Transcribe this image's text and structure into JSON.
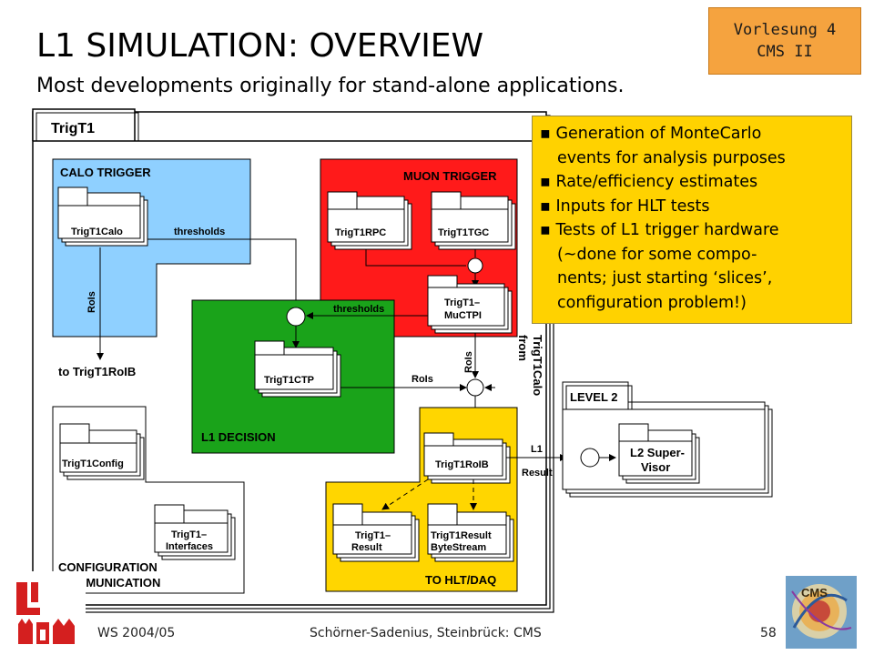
{
  "title": "L1 SIMULATION: OVERVIEW",
  "subtitle": "Most developments originally for stand-alone applications.",
  "lecture_badge": {
    "line1": "Vorlesung 4",
    "line2": "CMS II"
  },
  "info_box": {
    "lines": [
      "Generation of MonteCarlo",
      "events for analysis purposes",
      "Rate/efficiency estimates",
      "Inputs for HLT tests",
      "Tests of L1 trigger hardware",
      "(~done for some compo-",
      "nents; just starting ‘slices’,",
      "configuration problem!)"
    ]
  },
  "diagram": {
    "outer_label": "TrigT1",
    "calo": {
      "title": "CALO TRIGGER",
      "package": "TrigT1Calo",
      "thresholds": "thresholds",
      "rois": "RoIs",
      "to_roib": "to TrigT1RoIB"
    },
    "muon": {
      "title": "MUON TRIGGER",
      "rpc": "TrigT1RPC",
      "tgc": "TrigT1TGC",
      "muctpi_l1": "TrigT1–",
      "muctpi_l2": "MuCTPI"
    },
    "decision": {
      "title": "L1 DECISION",
      "package": "TrigT1CTP",
      "thresholds": "thresholds",
      "rois": "RoIs"
    },
    "rois_vertical": "RoIs",
    "from_calo_1": "from",
    "from_calo_2": "TrigT1Calo",
    "config": {
      "title1": "CONFIGURATION",
      "title2": "COMMUNICATION",
      "config_pkg": "TrigT1Config",
      "iface_l1": "TrigT1–",
      "iface_l2": "Interfaces"
    },
    "hlt": {
      "title": "TO HLT/DAQ",
      "roib": "TrigT1RoIB",
      "result_l1": "TrigT1–",
      "result_l2": "Result",
      "bs_l1": "TrigT1Result",
      "bs_l2": "ByteStream"
    },
    "l1result_1": "L1",
    "l1result_2": "Result",
    "level2": {
      "title": "LEVEL 2",
      "pkg_l1": "L2 Super-",
      "pkg_l2": "Visor"
    }
  },
  "footer": {
    "left": "WS 2004/05",
    "center": "Schörner-Sadenius, Steinbrück: CMS",
    "right": "58"
  },
  "colors": {
    "calo": "#8fd0ff",
    "muon": "#ff1a1a",
    "decision": "#1aa31a",
    "hlt": "#ffd600",
    "lecture_badge": "#f5a33f",
    "info_box": "#ffd200"
  },
  "icons": [
    "hamburg-university-logo",
    "cms-logo"
  ]
}
